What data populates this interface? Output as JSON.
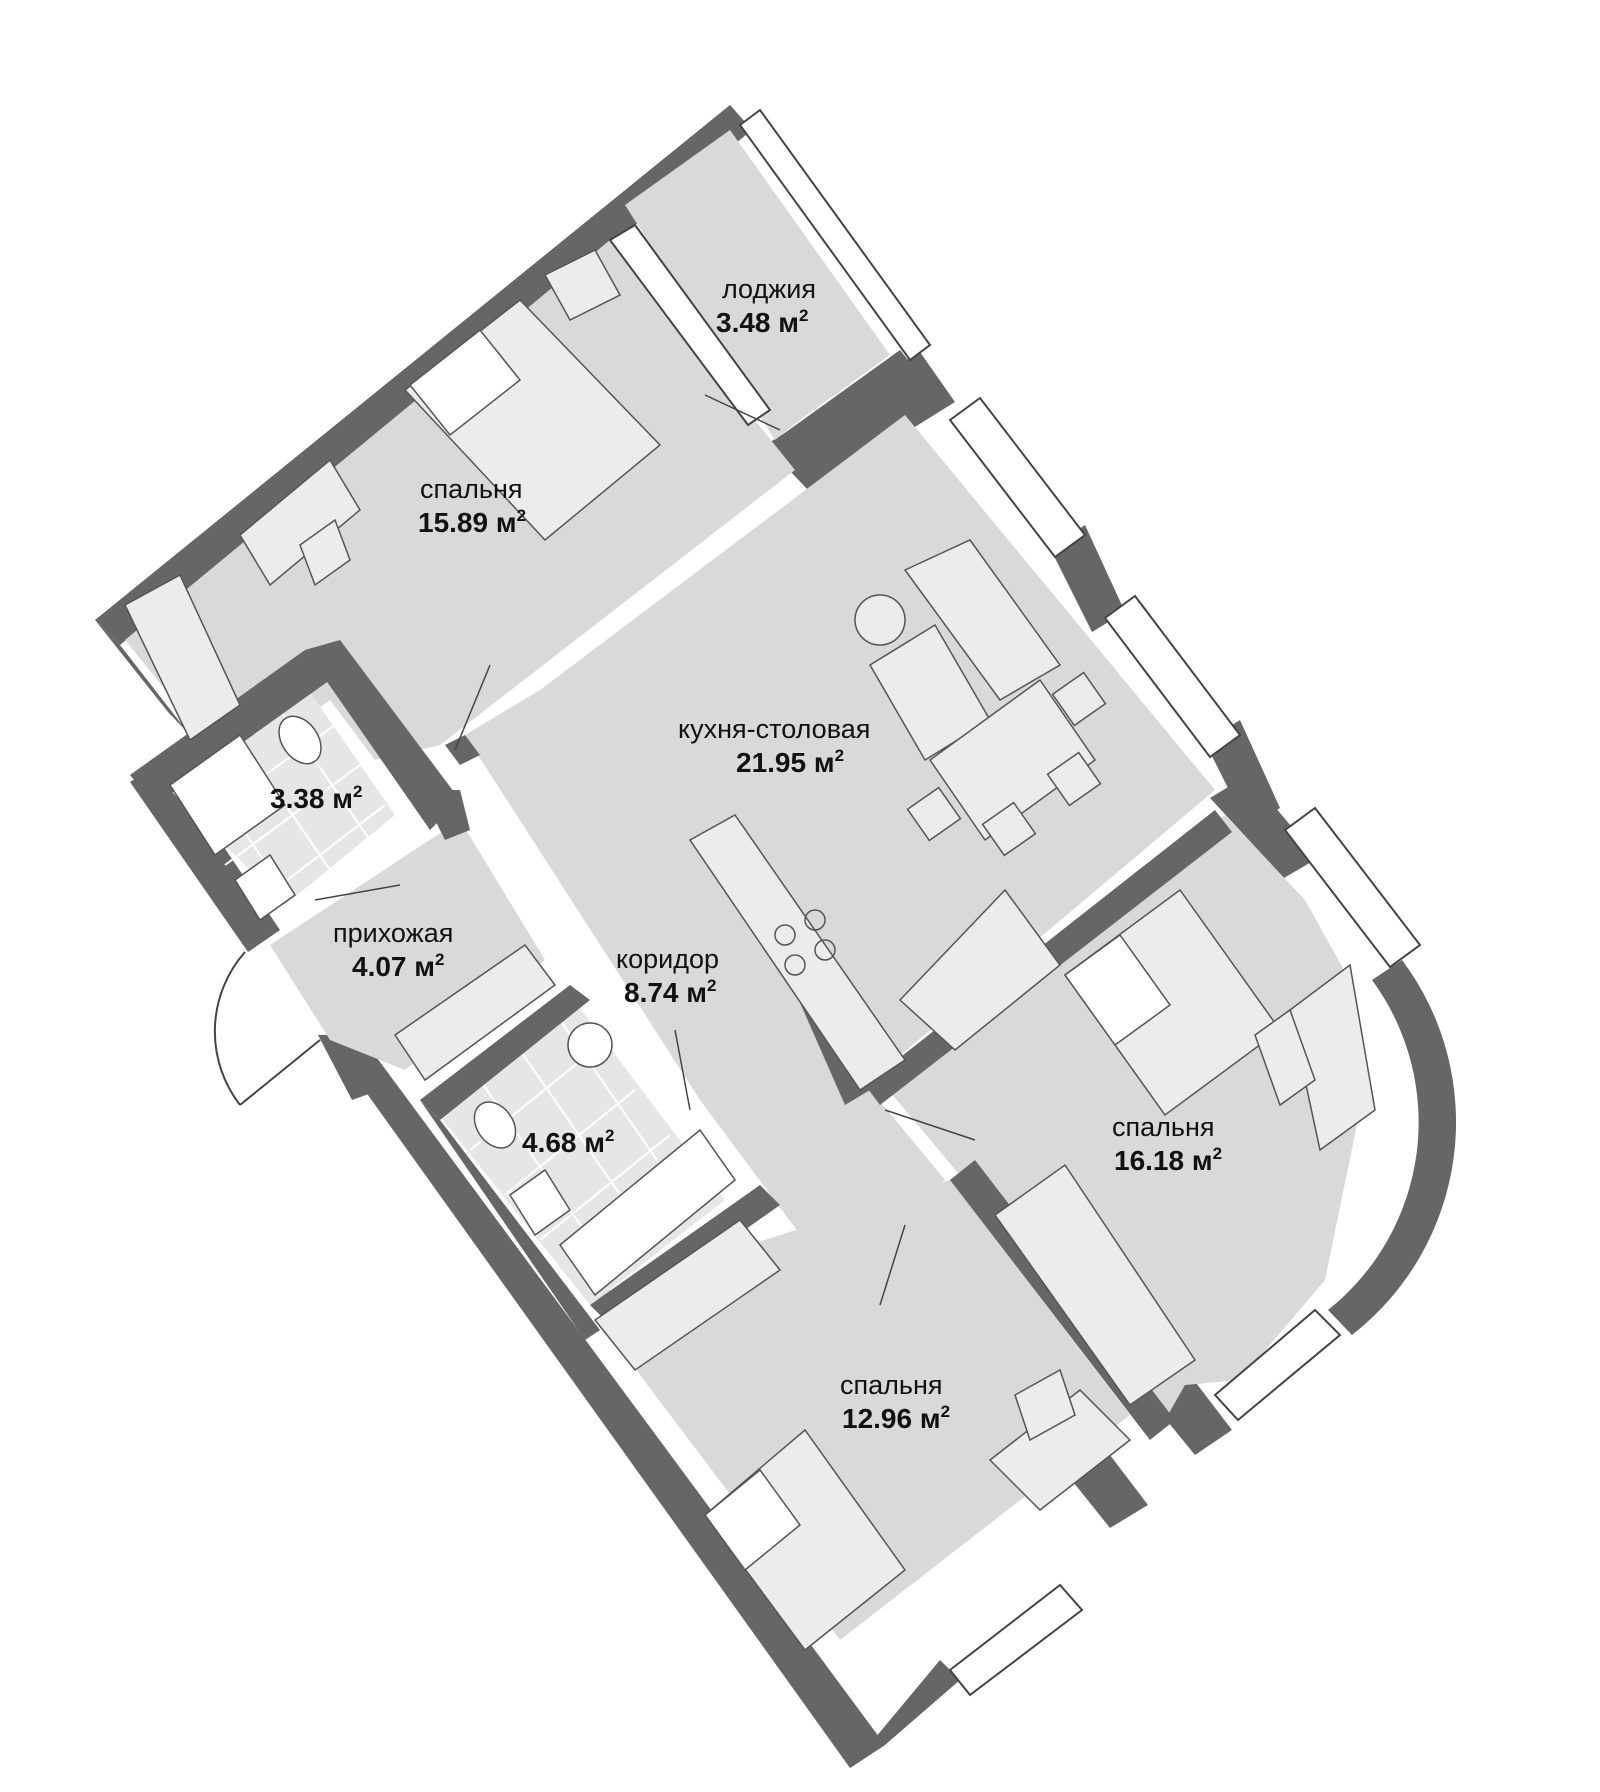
{
  "colors": {
    "wall": "#666666",
    "floor": "#d9d9d9",
    "tile": "#e6e6e6",
    "furniture": "#ececec",
    "window": "#ffffff",
    "line": "#444444"
  },
  "rooms": [
    {
      "id": "loggia",
      "name": "лоджия",
      "area": "3.48  м",
      "sup": "2"
    },
    {
      "id": "bedroom_1",
      "name": "спальня",
      "area": "15.89 м",
      "sup": "2"
    },
    {
      "id": "kitchen",
      "name": "кухня-столовая",
      "area": "21.95 м",
      "sup": "2"
    },
    {
      "id": "wc",
      "name": "",
      "area": "3.38 м",
      "sup": "2"
    },
    {
      "id": "hallway",
      "name": "прихожая",
      "area": "4.07 м",
      "sup": "2"
    },
    {
      "id": "corridor",
      "name": "коридор",
      "area": "8.74 м",
      "sup": "2"
    },
    {
      "id": "bathroom",
      "name": "",
      "area": "4.68 м",
      "sup": "2"
    },
    {
      "id": "bedroom_2",
      "name": "спальня",
      "area": "16.18 м",
      "sup": "2"
    },
    {
      "id": "bedroom_3",
      "name": "спальня",
      "area": "12.96 м",
      "sup": "2"
    }
  ]
}
